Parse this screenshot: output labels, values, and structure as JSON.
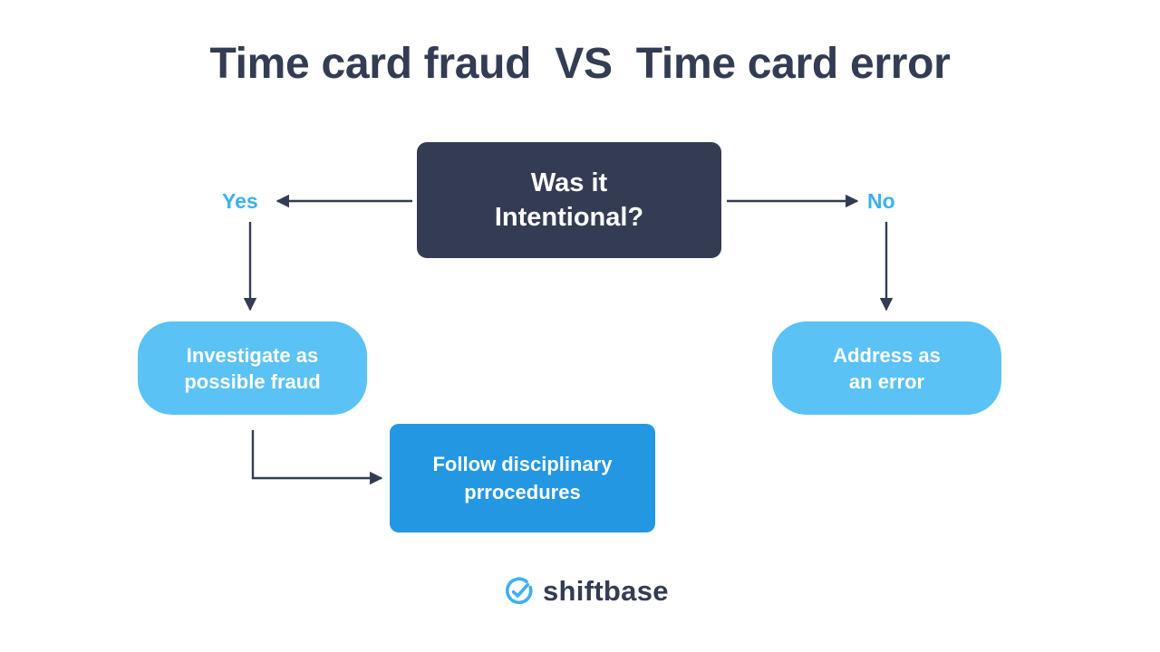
{
  "page": {
    "background": "#ffffff",
    "title": "Time card fraud  VS  Time card error"
  },
  "colors": {
    "dark_navy": "#333c52",
    "light_blue": "#5bc2f5",
    "mid_blue": "#2497e3",
    "label_blue": "#3bb0f2",
    "arrow": "#333c52",
    "text_on_fill": "#ffffff"
  },
  "flowchart": {
    "type": "decision-tree",
    "decision": {
      "label": "Was it\nIntentional?",
      "fill": "#333c52"
    },
    "branches": [
      {
        "label": "Yes",
        "side": "left",
        "outcome": "Investigate as\npossible fraud",
        "fill": "#5bc2f5"
      },
      {
        "label": "No",
        "side": "right",
        "outcome": "Address as\nan error",
        "fill": "#5bc2f5"
      }
    ],
    "followup": {
      "label": "Follow disciplinary\nprrocedures",
      "fill": "#2497e3",
      "from": "Investigate as possible fraud"
    }
  },
  "logo": {
    "icon": "check-circle-icon",
    "text": "shiftbase",
    "icon_color": "#3bb0f2",
    "text_color": "#333c52"
  }
}
